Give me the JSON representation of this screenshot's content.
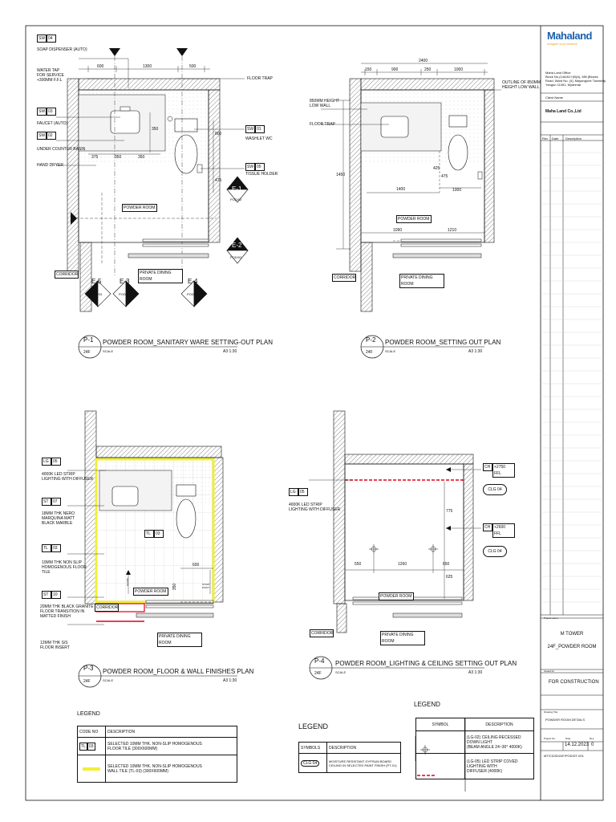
{
  "title_block": {
    "logo_text": "Mahaland",
    "logo_tagline": "Imagine your dreams",
    "office_address": [
      "Maha Land Office",
      "Block No.(14A/A1+(B)A), Mill (Blocks",
      "Road, Ward No. (4), Mayangone Township",
      "Yangon 11061, Myanmar"
    ],
    "client_label": "Client Name",
    "client_name": "Maha Land Co.,Ltd",
    "revision_headers": [
      "Rev",
      "Date",
      "Description"
    ],
    "project_label": "Project name",
    "project_name": "M TOWER",
    "project_sub": "24F_POWDER ROOM",
    "issued_for_label": "Issued for",
    "issued_for": "FOR CONSTRUCTION",
    "drawing_title_label": "Drawing Title",
    "drawing_title": "POWDER ROOM DETAILS",
    "project_no_label": "Project No.",
    "date_label": "Date",
    "rev_label": "Rev.",
    "date": "14.12.2023",
    "rev": "0",
    "drawing_no": "MT/CD/ID/24F/POD/DT-001"
  },
  "plans": [
    {
      "id": "P-1",
      "floor": "24F",
      "title": "POWDER ROOM_SANITARY WARE SETTING-OUT PLAN",
      "scale_label": "SCALE",
      "scale": "A3 1:30",
      "labels": {
        "sw04_code": "SW",
        "sw04_num": "04",
        "soap": "SOAP DISPENSER (AUTO)",
        "water_tap": [
          "WATER TAP",
          "FOR SERVICE",
          "+300MM F.F.L"
        ],
        "sw03_code": "SW",
        "sw03_num": "03",
        "faucet": "FAUCET (AUTO)",
        "sw02_code": "SW",
        "sw02_num": "02",
        "basin": "UNDER COUNTER BASIN",
        "dryer": "HAND DRYER",
        "floor_trap": "FLOOR TRAP",
        "sw01_code": "SW",
        "sw01_num": "01",
        "washlet": "WASHLET WC",
        "sw05_code": "SW",
        "sw05_num": "05",
        "tissue": "TISSUE HOLDER",
        "room": "POWDER ROOM",
        "corridor": "CORRIDOR",
        "dining": "PRIVATE DINING ROOM",
        "dims_top": [
          "600",
          "1300",
          "500"
        ],
        "dims_inner": [
          "375",
          "350",
          "350"
        ],
        "dim_v1": "350",
        "dim_v2": "800",
        "dim_v3": "475"
      },
      "elevations": [
        {
          "id": "E-1",
          "ref": "POD/02"
        },
        {
          "id": "E-2",
          "ref": "POD/02"
        },
        {
          "id": "E-5",
          "ref": "POD/03"
        },
        {
          "id": "E-3",
          "ref": "POD/03"
        },
        {
          "id": "E-4",
          "ref": "POD/03"
        }
      ]
    },
    {
      "id": "P-2",
      "floor": "24F",
      "title": "POWDER ROOM_SETTING OUT PLAN",
      "scale_label": "SCALE",
      "scale": "A3 1:30",
      "labels": {
        "outline": [
          "OUTLINE OF 850MM",
          "HEIGHT LOW WALL"
        ],
        "low_wall": [
          "850MM HEIGHT",
          "LOW WALL"
        ],
        "floor_trap": "FLOOR TRAP",
        "room": "POWDER ROOM",
        "corridor": "CORRIDOR",
        "dining": "PRIVATE DINING ROOM",
        "dim_total": "2400",
        "dims_top": [
          "150",
          "900",
          "250",
          "1000"
        ],
        "dim_mid": "1400",
        "dim_right": "1000",
        "dims_bottom": [
          "1090",
          "1210"
        ],
        "dim_v": "1450",
        "dim_v2": "475",
        "dim_v3": "425"
      }
    },
    {
      "id": "P-3",
      "floor": "24F",
      "title": "POWDER ROOM_FLOOR & WALL FINISHES  PLAN",
      "scale_label": "SCALE",
      "scale": "A3 1:30",
      "labels": {
        "lg05_code": "LG",
        "lg05_num": "05",
        "lg05_desc": [
          "4000K LED STRIP",
          "LIGHTING WITH DIFFUSER"
        ],
        "st07_code": "ST",
        "st07_num": "07",
        "st07_desc": [
          "18MM THK NERO",
          "MARQUINA MATT",
          "BLACK MARBLE"
        ],
        "tl03_code": "TL",
        "tl03_num": "03",
        "tl03_desc": [
          "10MM THK NON SLIP",
          "HOMOGENOUS FLOOR",
          "TILE"
        ],
        "st10_code": "ST",
        "st10_num": "10",
        "st10_desc": [
          "20MM THK BLACK GRANITE",
          "FLOOR TRANSITION IN",
          "MATTED FINISH"
        ],
        "insert": [
          "12MM THK S/S",
          "FLOOR INSERT"
        ],
        "tl_tag_code": "TL",
        "tl_tag_num": "03",
        "slope": "SLOPE",
        "start_point": [
          "START",
          "POINT"
        ],
        "room": "POWDER ROOM",
        "corridor": "CORRIDOR",
        "dining": "PRIVATE DINING ROOM",
        "dim_600": "600",
        "dim_350": "350"
      }
    },
    {
      "id": "P-4",
      "floor": "24F",
      "title": "POWDER ROOM_LIGHTING & CEILING  SETTING OUT  PLAN",
      "scale_label": "SCALE",
      "scale": "A3 1:30",
      "labels": {
        "lg05_code": "LG",
        "lg05_num": "05",
        "lg05_desc": [
          "4000K LED STRIP",
          "LIGHTING WITH DIFFUSER"
        ],
        "ch1_code": "CH",
        "ch1_value": "+2750 FFL",
        "clg1_code": "CLG",
        "clg1_num": "04",
        "ch2_code": "CH",
        "ch2_value": "+2600 FFL",
        "clg2_code": "CLG",
        "clg2_num": "04",
        "room": "POWDER ROOM",
        "corridor": "CORRIDOR",
        "dining": "PRIVATE DINING ROOM",
        "dims_bottom": [
          "550",
          "1260",
          "650"
        ],
        "dim_v1": "775",
        "dim_v2": "625"
      }
    }
  ],
  "legend_p3": {
    "title": "LEGEND",
    "headers": [
      "CODE NO",
      "DESCRIPTION"
    ],
    "rows": [
      {
        "code": "TL",
        "num": "03",
        "desc": [
          "SELECTED 10MM THK. NON-SLIP HOMOGENOUS",
          "FLOOR TILE (300X600MM)"
        ]
      },
      {
        "code": "",
        "num": "",
        "desc": [
          "SELECTED 10MM THK. NON-SLIP HOMOGENOUS",
          "WALL TILE (TL-03) (300X600MM)"
        ],
        "swatch": "#f2ef3a"
      }
    ]
  },
  "legend_ceiling": {
    "title": "LEGEND",
    "headers": [
      "SYMBOLS",
      "DESCRIPTION"
    ],
    "rows": [
      {
        "code": "CLG",
        "num": "04",
        "desc": [
          "MOISTURE RESISTANT GYPSUM BOARD",
          "CEILING IN SELECTED PAINT FINISH (PT-01)"
        ]
      }
    ]
  },
  "legend_lighting": {
    "title": "LEGEND",
    "headers": [
      "SYMBOL",
      "DESCRIPTION"
    ],
    "rows": [
      {
        "desc": [
          "(LG-02) CEILING RECESSED DOWN LIGHT",
          "(BEAM ANGLE 24~30° 4000K)"
        ]
      },
      {
        "desc": [
          "(LG-05) LED STRIP COVED LIGHTING WITH",
          "DIFFUSER (4000K)"
        ]
      }
    ]
  },
  "colors": {
    "highlight": "#f2ef3a",
    "red": "#e0001b",
    "blue": "#1b5fab",
    "orange": "#f39a1e"
  }
}
